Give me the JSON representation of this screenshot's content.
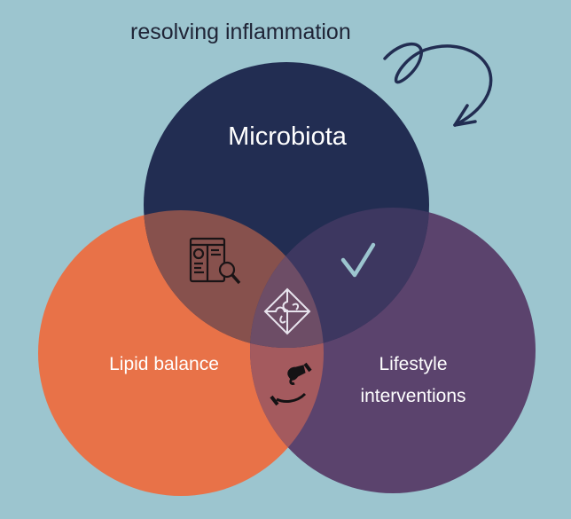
{
  "title": "resolving inflammation",
  "colors": {
    "background": "#9CC5CF",
    "microbiota": "#222D52",
    "lipid": "#E87248",
    "lifestyle": "#5B436D",
    "overlap_micro_lipid": "#87514D",
    "overlap_micro_lifestyle": "#3D3760",
    "overlap_lipid_lifestyle": "#A45A5E",
    "overlap_all": "#6D4D66"
  },
  "circles": {
    "microbiota": "Microbiota",
    "lipid": "Lipid balance",
    "lifestyle_line1": "Lifestyle",
    "lifestyle_line2": "interventions"
  },
  "icons": {
    "micro_lipid": "document-search-icon",
    "micro_lifestyle": "checkmark-icon",
    "center": "puzzle-icon",
    "lipid_lifestyle": "giving-hands-icon",
    "title": "curly-arrow-icon"
  }
}
